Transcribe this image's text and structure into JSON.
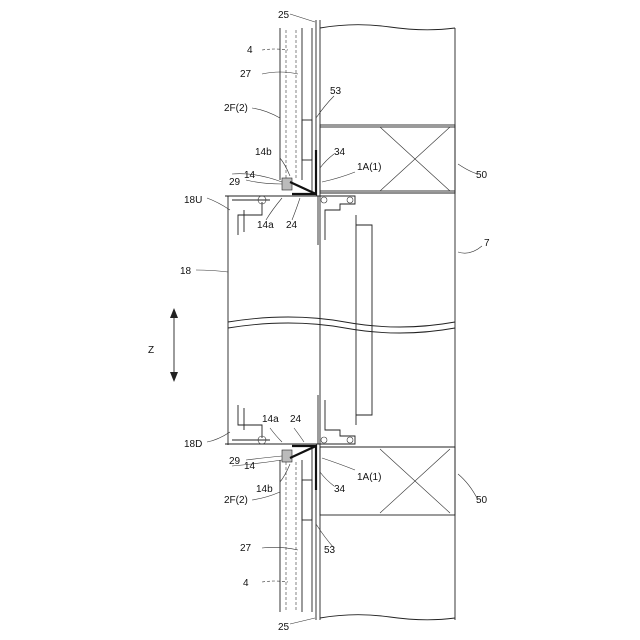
{
  "labels": {
    "l25_top": "25",
    "l4_top": "4",
    "l27_top": "27",
    "l2f_top": "2F(2)",
    "l53_top": "53",
    "l14b_top": "14b",
    "l34_top": "34",
    "l1a_top": "1A(1)",
    "l29_top": "29",
    "l14_top": "14",
    "l50_top": "50",
    "l18u": "18U",
    "l14a_top": "14a",
    "l24_top": "24",
    "l7": "7",
    "l18": "18",
    "lz": "Z",
    "l14a_bot": "14a",
    "l24_bot": "24",
    "l18d": "18D",
    "l29_bot": "29",
    "l14_bot": "14",
    "l1a_bot": "1A(1)",
    "l14b_bot": "14b",
    "l34_bot": "34",
    "l50_bot": "50",
    "l2f_bot": "2F(2)",
    "l27_bot": "27",
    "l53_bot": "53",
    "l4_bot": "4",
    "l25_bot": "25"
  }
}
